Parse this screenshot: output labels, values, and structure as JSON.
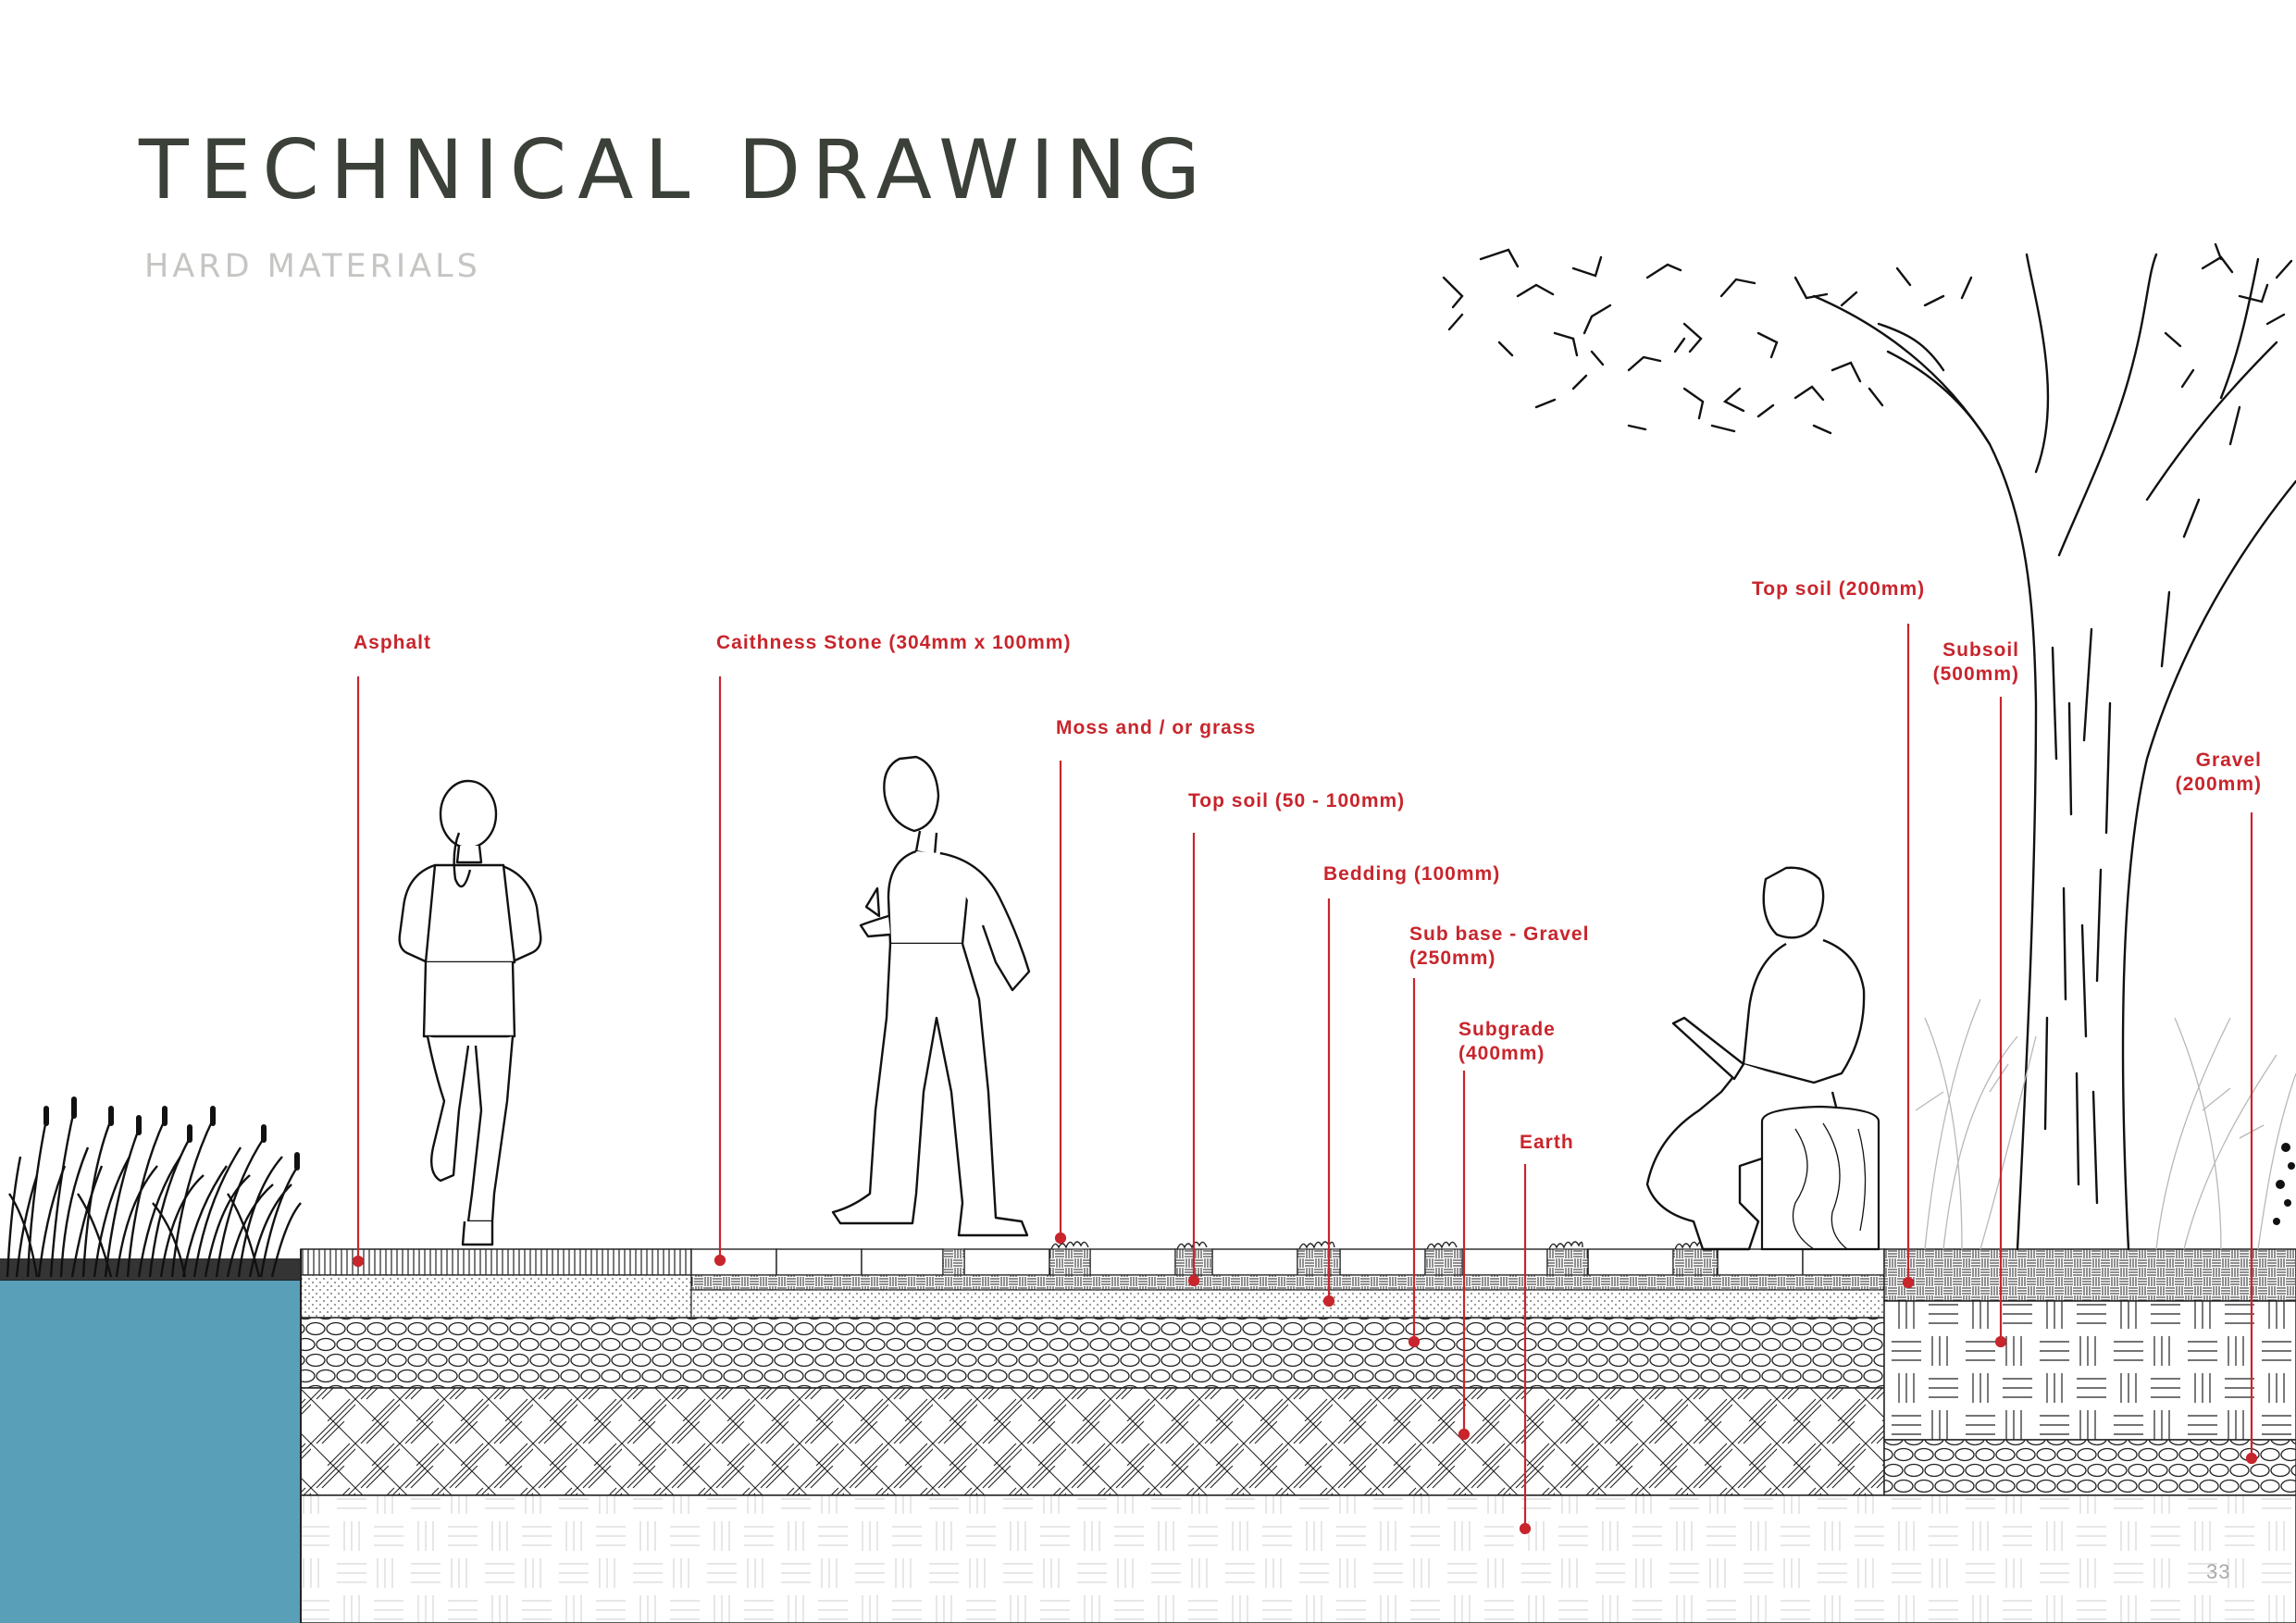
{
  "page": {
    "title": "TECHNICAL DRAWING",
    "subtitle": "HARD MATERIALS",
    "page_number": "33"
  },
  "labels": {
    "asphalt": "Asphalt",
    "caithness": "Caithness Stone (304mm x 100mm)",
    "moss": "Moss and / or grass",
    "topsoil_small_1": "Top soil (50 - 100mm)",
    "bedding": "Bedding (100mm)",
    "subbase_1": "Sub base - Gravel",
    "subbase_2": "(250mm)",
    "subgrade_1": "Subgrade",
    "subgrade_2": "(400mm)",
    "earth": "Earth",
    "topsoil_200": "Top soil (200mm)",
    "subsoil_1": "Subsoil",
    "subsoil_2": "(500mm)",
    "gravel_1": "Gravel",
    "gravel_2": "(200mm)"
  },
  "colors": {
    "callout": "#c8252c",
    "water": "#5a9fb8",
    "line": "#1a1a1a",
    "title": "#3b4039"
  }
}
